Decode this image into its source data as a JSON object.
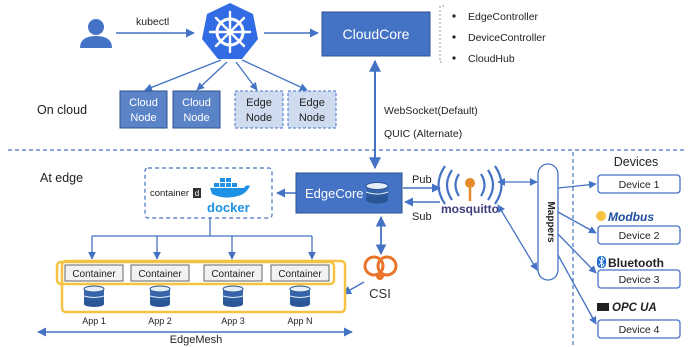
{
  "cloud": {
    "user_label": "kubectl",
    "cloudcore": "CloudCore",
    "components": [
      "EdgeController",
      "DeviceController",
      "CloudHub"
    ],
    "region": "On cloud",
    "nodes": [
      {
        "line1": "Cloud",
        "line2": "Node"
      },
      {
        "line1": "Cloud",
        "line2": "Node"
      },
      {
        "line1": "Edge",
        "line2": "Node"
      },
      {
        "line1": "Edge",
        "line2": "Node"
      }
    ],
    "protocols": [
      "WebSocket(Default)",
      "QUIC (Alternate)"
    ]
  },
  "edge": {
    "region": "At edge",
    "edgecore": "EdgeCore",
    "runtime_logos": {
      "containerd": "container",
      "containerd_mark": "d",
      "docker": "docker"
    },
    "pub": "Pub",
    "sub": "Sub",
    "broker": "mosquitto",
    "csi": "CSI",
    "containers": [
      "Container",
      "Container",
      "Container",
      "Container"
    ],
    "apps": [
      "App 1",
      "App 2",
      "App 3",
      "App N"
    ],
    "mesh": "EdgeMesh",
    "mappers": "Mappers"
  },
  "devices": {
    "title": "Devices",
    "items": [
      {
        "label": "Device 1",
        "logo": ""
      },
      {
        "label": "Device 2",
        "logo": "Modbus"
      },
      {
        "label": "Device 3",
        "logo": "Bluetooth"
      },
      {
        "label": "Device 4",
        "logo": "OPC UA"
      }
    ]
  },
  "colors": {
    "core_blue": "#4472c4",
    "node_blue": "#5b84c8",
    "edge_node_fill": "#cfdcef",
    "k8s_blue": "#326ce5",
    "app_yellow": "#f5c242",
    "mosquitto_orange": "#e58a2b",
    "csi_orange": "#e8752b",
    "docker_blue": "#1d91e6"
  }
}
